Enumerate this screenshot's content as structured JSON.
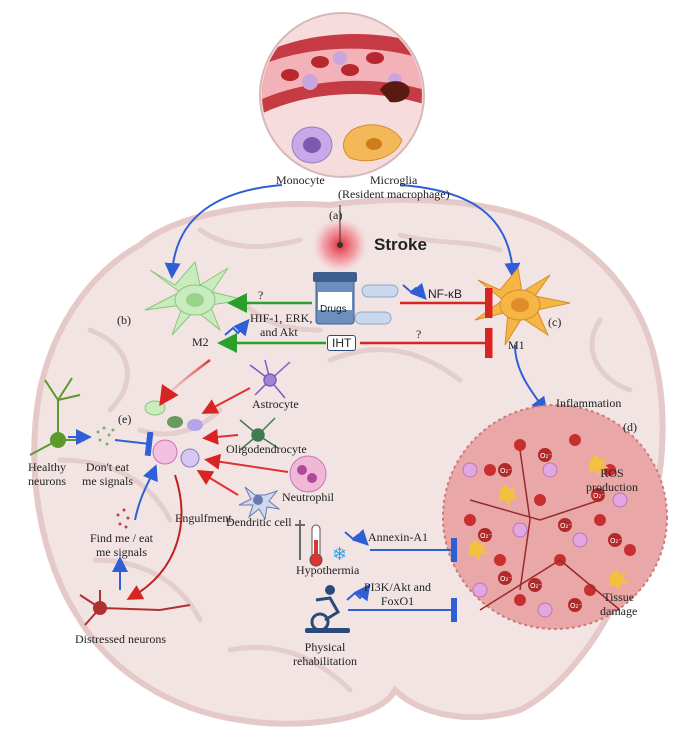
{
  "labels": {
    "monocyte": "Monocyte",
    "microglia": "Microglia",
    "resident_macrophage": "(Resident macrophage)",
    "panel_a": "(a)",
    "stroke": "Stroke",
    "panel_b": "(b)",
    "panel_c": "(c)",
    "panel_d": "(d)",
    "panel_e": "(e)",
    "m2": "M2",
    "m1": "M1",
    "question_top": "?",
    "question_mid": "?",
    "drugs": "Drugs",
    "nfkb": "NF-κB",
    "hif": "HIF-1, ERK,",
    "hif2": "and Akt",
    "iht": "IHT",
    "inflammation": "Inflammation",
    "astrocyte": "Astrocyte",
    "oligodendrocyte": "Oligodendrocyte",
    "neutrophil": "Neutrophil",
    "dendritic_cell": "Dendritic cell",
    "healthy_neurons_1": "Healthy",
    "healthy_neurons_2": "neurons",
    "dont_eat_1": "Don't eat",
    "dont_eat_2": "me signals",
    "engulfment": "Engulfment",
    "find_me_1": "Find me / eat",
    "find_me_2": "me signals",
    "distressed_neurons": "Distressed neurons",
    "hypothermia": "Hypothermia",
    "annexin": "Annexin-A1",
    "pi3k_1": "PI3K/Akt and",
    "pi3k_2": "FoxO1",
    "physical_1": "Physical",
    "physical_2": "rehabilitation",
    "ros_1": "ROS",
    "ros_2": "production",
    "tissue_1": "Tissue",
    "tissue_2": "damage",
    "o2": "O₂⁻"
  },
  "colors": {
    "activate_arrow": "#2f5fd6",
    "inhibit_arrow": "#d92424",
    "promote_arrow": "#2aa02a",
    "m2_cell": "#c8ecbe",
    "m1_cell": "#f6b646",
    "brain": "#f3e4e4",
    "damage_zone": "#e9a7a7"
  }
}
